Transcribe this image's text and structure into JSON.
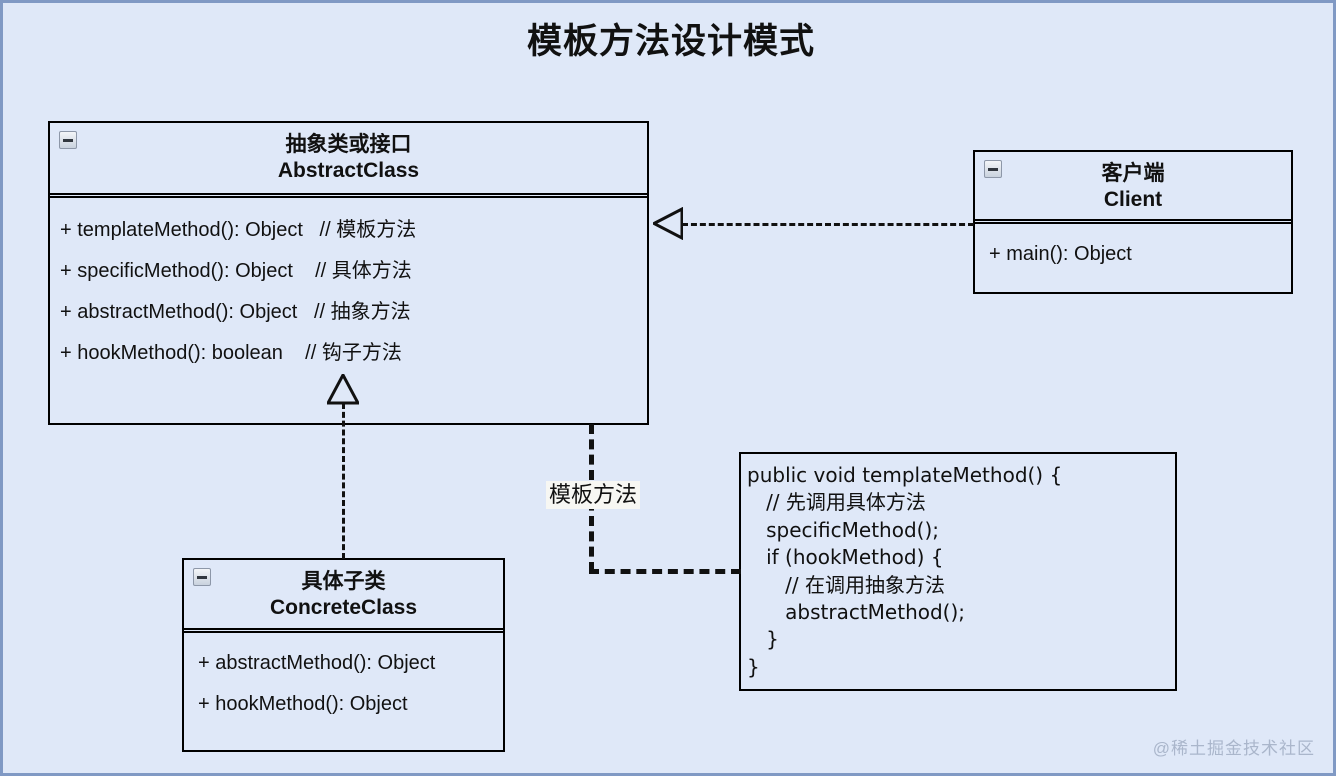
{
  "diagram": {
    "title": "模板方法设计模式",
    "background_color": "#dfe8f8",
    "border_color": "#8099c4",
    "watermark": "@稀土掘金技术社区"
  },
  "abstract_class": {
    "title_cn": "抽象类或接口",
    "title_en": "AbstractClass",
    "members": [
      "+ templateMethod(): Object   // 模板方法",
      "+ specificMethod(): Object    // 具体方法",
      "+ abstractMethod(): Object   // 抽象方法",
      "+ hookMethod(): boolean    // 钩子方法"
    ]
  },
  "client_class": {
    "title_cn": "客户端",
    "title_en": "Client",
    "members": [
      "+ main(): Object"
    ]
  },
  "concrete_class": {
    "title_cn": "具体子类",
    "title_en": "ConcreteClass",
    "members": [
      "+ abstractMethod(): Object",
      "+ hookMethod(): Object"
    ]
  },
  "note": {
    "label": "模板方法",
    "code": "public void templateMethod() {\n   // 先调用具体方法\n   specificMethod();\n   if (hookMethod) {\n      // 在调用抽象方法\n      abstractMethod();\n   }\n}"
  },
  "connectors": {
    "dependency": "Client 依赖 AbstractClass",
    "generalization": "ConcreteClass 继承 AbstractClass",
    "note_link": "模板方法"
  }
}
